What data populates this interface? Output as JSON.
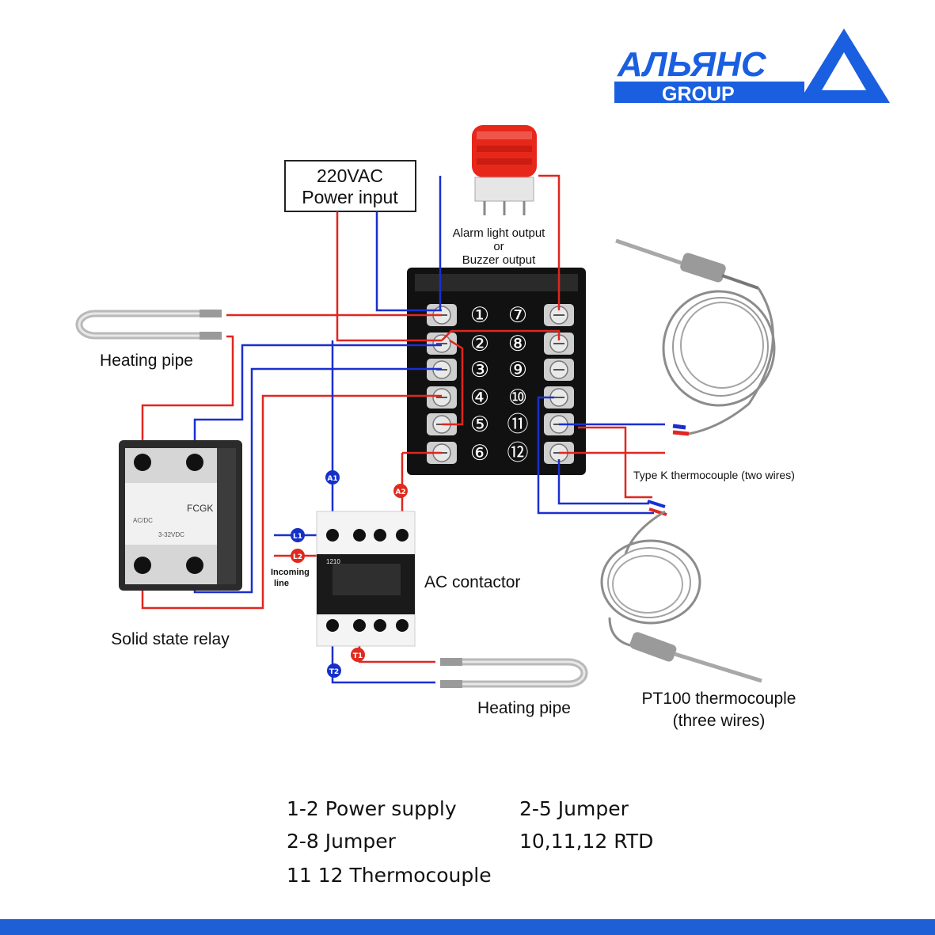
{
  "logo": {
    "brand": "АЛЬЯНС",
    "sub": "GROUP",
    "color": "#1a5fe0"
  },
  "power_box": {
    "line1": "220VAC",
    "line2": "Power input"
  },
  "alarm": {
    "line1": "Alarm light output",
    "line2": "or",
    "line3": "Buzzer output"
  },
  "terminals": {
    "left": [
      "①",
      "②",
      "③",
      "④",
      "⑤",
      "⑥"
    ],
    "right": [
      "⑦",
      "⑧",
      "⑨",
      "⑩",
      "⑪",
      "⑫"
    ]
  },
  "heating_pipe_top": "Heating pipe",
  "heating_pipe_bottom": "Heating pipe",
  "ssr": {
    "label": "Solid state relay",
    "brand": "FCGK",
    "small": "AC/DC",
    "voltage": "3-32VDC"
  },
  "contactor": {
    "label": "AC contactor",
    "incoming": "Incoming",
    "incoming2": "line",
    "model": "1210"
  },
  "badges": {
    "a1": "A1",
    "a2": "A2",
    "l1": "L1",
    "l2": "L2",
    "t1": "T1",
    "t2": "T2"
  },
  "thermocouple_k": "Type K thermocouple (two wires)",
  "pt100": {
    "line1": "PT100 thermocouple",
    "line2": "(three wires)"
  },
  "legend": {
    "row1_left": "1-2 Power supply",
    "row1_right": "2-5 Jumper",
    "row2_left": "2-8 Jumper",
    "row2_right": "10,11,12 RTD",
    "row3_left": "11 12 Thermocouple"
  },
  "colors": {
    "red_wire": "#e0261f",
    "blue_wire": "#1a2fd0",
    "brand_blue": "#1a5fe0",
    "badge_blue": "#1530c8",
    "badge_red": "#e02a1f"
  }
}
